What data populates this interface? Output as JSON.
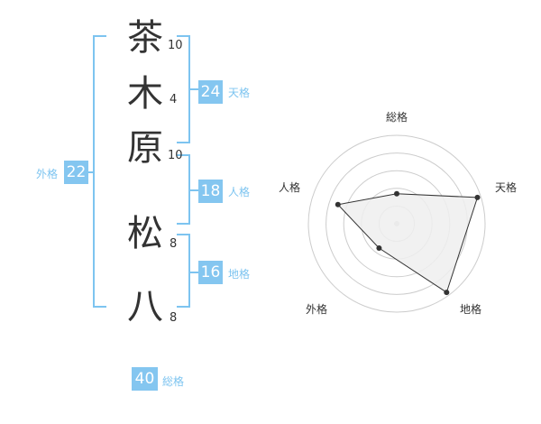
{
  "colors": {
    "accent": "#7dc4f0",
    "badge_bg": "#84c6f0",
    "text": "#333333",
    "radar_fill": "#efefef",
    "radar_line": "#333333",
    "grid": "#cccccc"
  },
  "name": {
    "characters": [
      {
        "char": "茶",
        "strokes": "10"
      },
      {
        "char": "木",
        "strokes": "4"
      },
      {
        "char": "原",
        "strokes": "10"
      },
      {
        "char": "松",
        "strokes": "8"
      },
      {
        "char": "八",
        "strokes": "8"
      }
    ]
  },
  "fortune": {
    "tenkaku": {
      "value": "24",
      "label": "天格"
    },
    "jinkaku": {
      "value": "18",
      "label": "人格"
    },
    "chikaku": {
      "value": "16",
      "label": "地格"
    },
    "gaikaku": {
      "value": "22",
      "label": "外格"
    },
    "soukaku": {
      "value": "40",
      "label": "総格"
    }
  },
  "chart_data": {
    "type": "radar",
    "axes": [
      "総格",
      "天格",
      "地格",
      "外格",
      "人格"
    ],
    "max": 5,
    "rings": 5,
    "values": [
      1.7,
      4.8,
      4.8,
      1.7,
      3.5
    ]
  }
}
